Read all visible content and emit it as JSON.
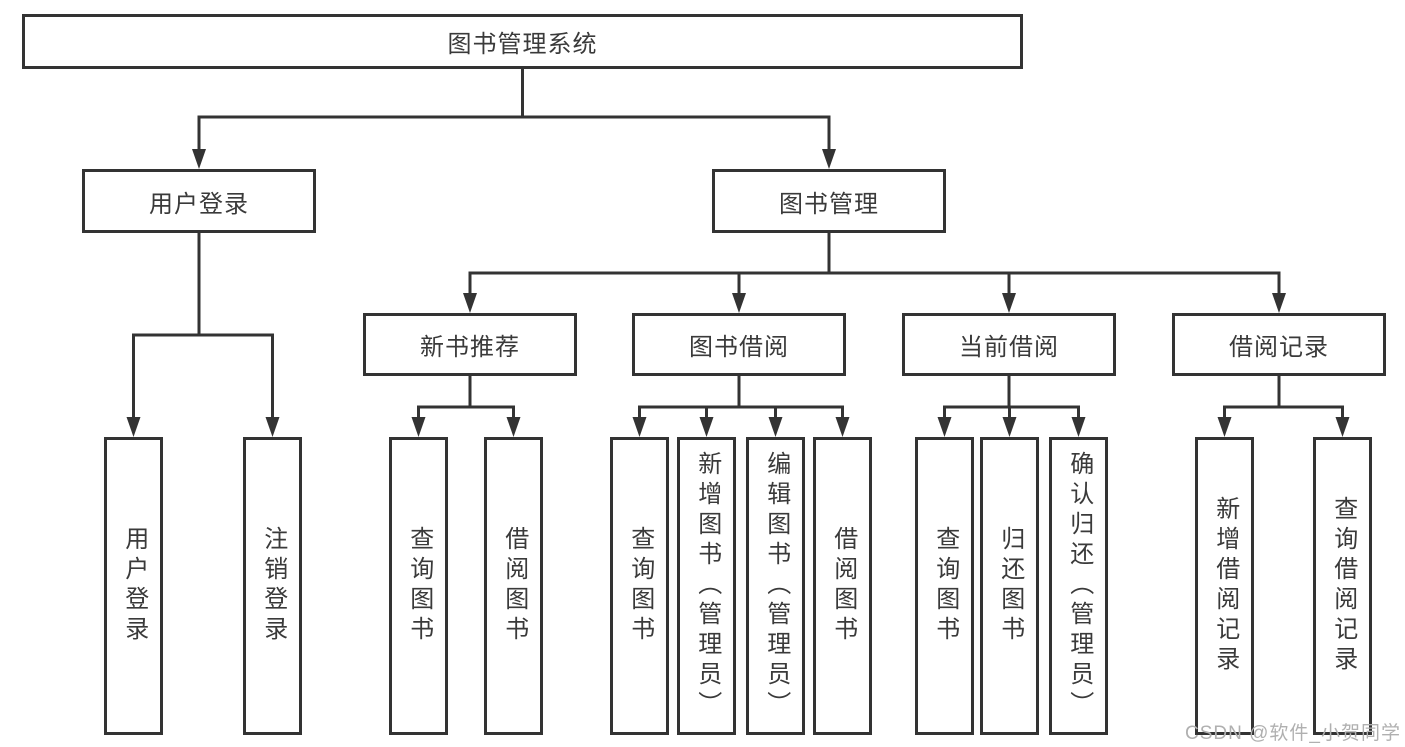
{
  "diagram": {
    "root": {
      "label": "图书管理系统"
    },
    "branches": [
      {
        "label": "用户登录",
        "children": [
          {
            "label": "用户登录"
          },
          {
            "label": "注销登录"
          }
        ]
      },
      {
        "label": "图书管理",
        "groups": [
          {
            "label": "新书推荐",
            "children": [
              {
                "label": "查询图书"
              },
              {
                "label": "借阅图书"
              }
            ]
          },
          {
            "label": "图书借阅",
            "children": [
              {
                "label": "查询图书"
              },
              {
                "label": "新增图书（管理员）"
              },
              {
                "label": "编辑图书（管理员）"
              },
              {
                "label": "借阅图书"
              }
            ]
          },
          {
            "label": "当前借阅",
            "children": [
              {
                "label": "查询图书"
              },
              {
                "label": "归还图书"
              },
              {
                "label": "确认归还（管理员）"
              }
            ]
          },
          {
            "label": "借阅记录",
            "children": [
              {
                "label": "新增借阅记录"
              },
              {
                "label": "查询借阅记录"
              }
            ]
          }
        ]
      }
    ]
  },
  "watermark": {
    "text": "CSDN @软件_小贺同学"
  },
  "colors": {
    "line": "#333333",
    "text": "#3a3a3a",
    "watermark": "#b0b0b0",
    "background": "#ffffff"
  }
}
